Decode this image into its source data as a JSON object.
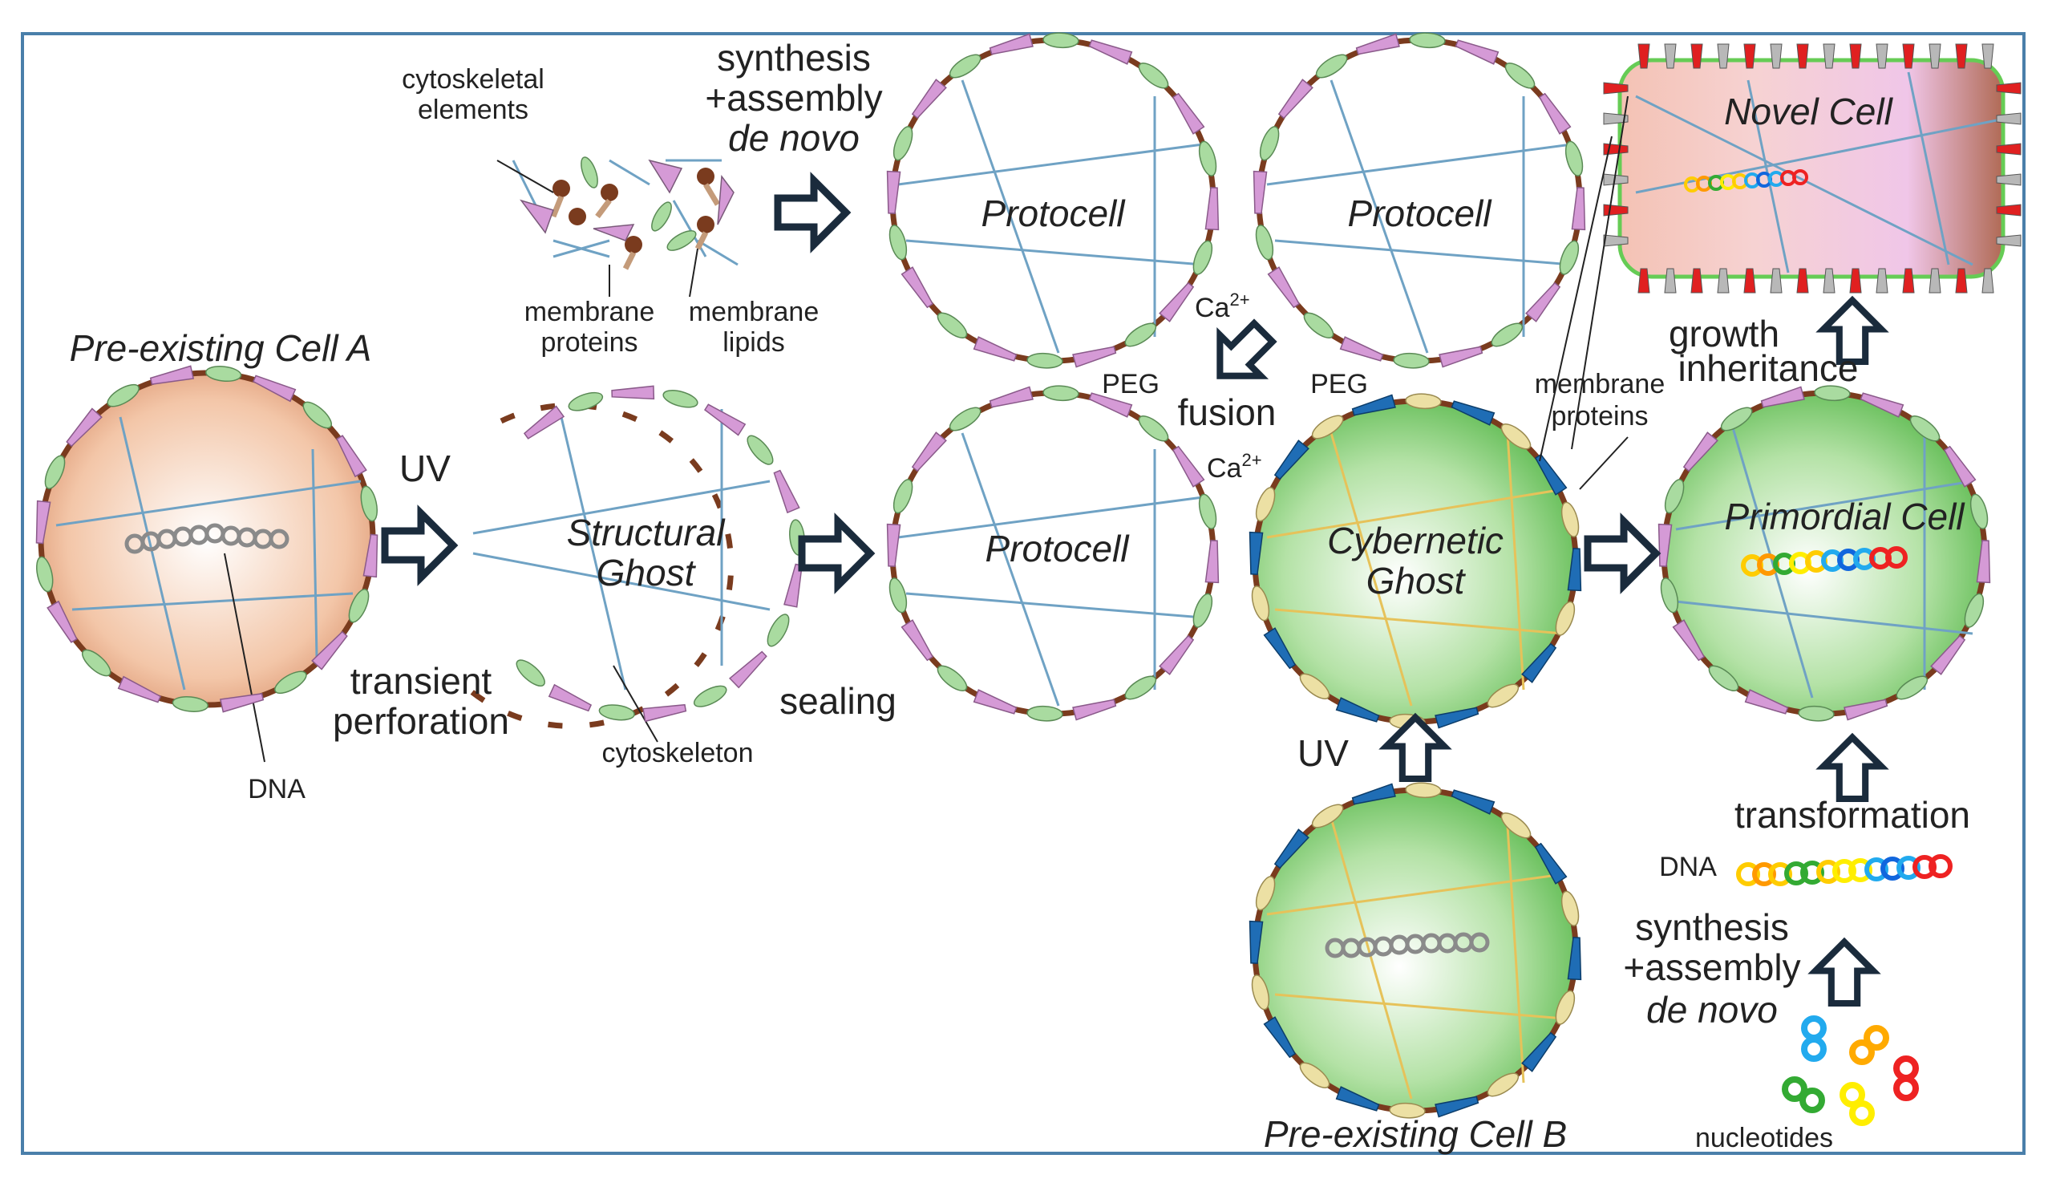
{
  "labels": {
    "cytoskeletal_elements": [
      "cytoskeletal",
      "elements"
    ],
    "synthesis_top": [
      "synthesis",
      "+assembly",
      "de novo"
    ],
    "membrane_proteins_left": [
      "membrane",
      "proteins"
    ],
    "membrane_lipids": [
      "membrane",
      "lipids"
    ],
    "cell_a": "Pre-existing Cell A",
    "dna_a": "DNA",
    "uv_left": "UV",
    "transient_perforation": [
      "transient",
      "perforation"
    ],
    "structural_ghost": [
      "Structural",
      "Ghost"
    ],
    "cytoskeleton": "cytoskeleton",
    "sealing": "sealing",
    "protocell_top_left": "Protocell",
    "protocell_top_right": "Protocell",
    "protocell_bottom": "Protocell",
    "ca_top": "Ca",
    "ca_bottom": "Ca",
    "ca_superscript": "2+",
    "peg_left": "PEG",
    "peg_right": "PEG",
    "fusion": "fusion",
    "membrane_proteins_right": [
      "membrane",
      "proteins"
    ],
    "cybernetic_ghost": [
      "Cybernetic",
      "Ghost"
    ],
    "uv_bottom": "UV",
    "cell_b": "Pre-existing Cell B",
    "novel_cell": "Novel Cell",
    "growth_inheritance": [
      "growth",
      "inheritance"
    ],
    "primordial_cell": "Primordial Cell",
    "transformation": "transformation",
    "dna_right": "DNA",
    "synthesis_bottom": [
      "synthesis",
      "+assembly",
      "de novo"
    ],
    "nucleotides": "nucleotides"
  },
  "colors": {
    "frame": "#4a7faa",
    "membrane_brown": "#7a3b1e",
    "protein_pink": "#d59ad6",
    "protein_green": "#a9dba0",
    "protein_blue": "#1f6db5",
    "protein_tan": "#ece0a4",
    "protein_red": "#e02020",
    "protein_grey": "#b8b8b8",
    "cytoskeleton_blue": "#6fa2c4",
    "cytoskeleton_yellow": "#e6c25a",
    "novel_border": "#66cc55",
    "dna_grey": "#8a8a8a",
    "dna_chain": [
      "#ffcc00",
      "#ff9900",
      "#33aa33",
      "#ffee00",
      "#22aaee",
      "#1166dd",
      "#ee2222"
    ]
  }
}
